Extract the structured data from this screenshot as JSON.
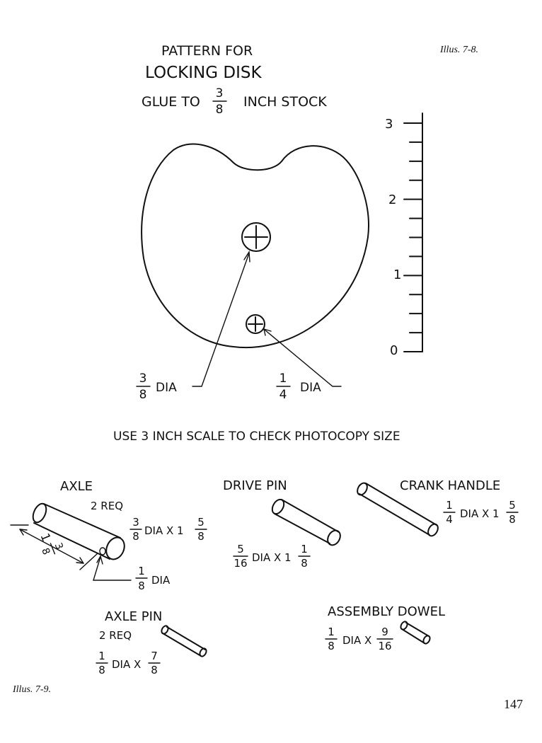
{
  "figure_top": {
    "title_line1": "PATTERN FOR",
    "title_line2": "LOCKING DISK",
    "title_line3_prefix": "GLUE TO",
    "title_line3_num": "3",
    "title_line3_den": "8",
    "title_line3_suffix": "INCH STOCK",
    "caption": "Illus. 7-8.",
    "scale_ticks": [
      "3",
      "2",
      "1",
      "0"
    ],
    "hole_large_label": {
      "num": "3",
      "den": "8",
      "text": "DIA"
    },
    "hole_small_label": {
      "num": "1",
      "den": "4",
      "text": "DIA"
    },
    "scale_note": "USE 3 INCH SCALE TO CHECK PHOTOCOPY SIZE"
  },
  "parts": {
    "axle": {
      "name": "AXLE",
      "qty": "2 REQ",
      "dim": {
        "num": "3",
        "den": "8",
        "mid": "DIA X 1",
        "num2": "5",
        "den2": "8"
      },
      "length": {
        "whole": "1",
        "num": "3",
        "den": "8"
      },
      "hole": {
        "num": "1",
        "den": "8",
        "text": "DIA"
      }
    },
    "drive_pin": {
      "name": "DRIVE PIN",
      "dim": {
        "num": "5",
        "den": "16",
        "mid": "DIA X 1",
        "num2": "1",
        "den2": "8"
      }
    },
    "crank_handle": {
      "name": "CRANK HANDLE",
      "dim": {
        "num": "1",
        "den": "4",
        "mid": "DIA X 1",
        "num2": "5",
        "den2": "8"
      }
    },
    "axle_pin": {
      "name": "AXLE PIN",
      "qty": "2 REQ",
      "dim": {
        "num": "1",
        "den": "8",
        "mid": "DIA X",
        "num2": "7",
        "den2": "8"
      }
    },
    "assembly_dowel": {
      "name": "ASSEMBLY DOWEL",
      "dim": {
        "num": "1",
        "den": "8",
        "mid": "DIA X",
        "num2": "9",
        "den2": "16"
      }
    }
  },
  "caption_bottom": "Illus. 7-9.",
  "page_number": "147"
}
